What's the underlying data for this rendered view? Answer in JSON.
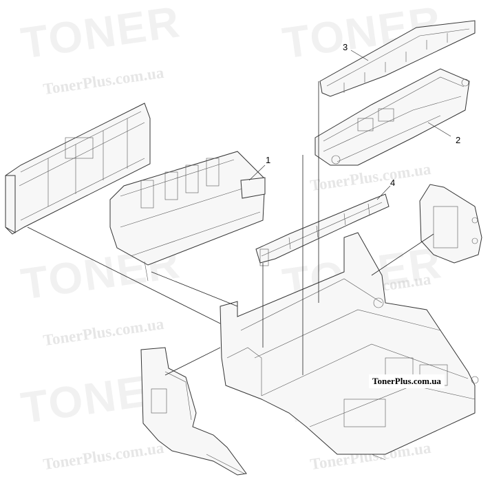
{
  "watermark": {
    "url_text": "TonerPlus.com.ua",
    "brand_text": "TONER"
  },
  "stamp": "TonerPlus.com.ua",
  "callouts": [
    "1",
    "2",
    "3",
    "4"
  ]
}
